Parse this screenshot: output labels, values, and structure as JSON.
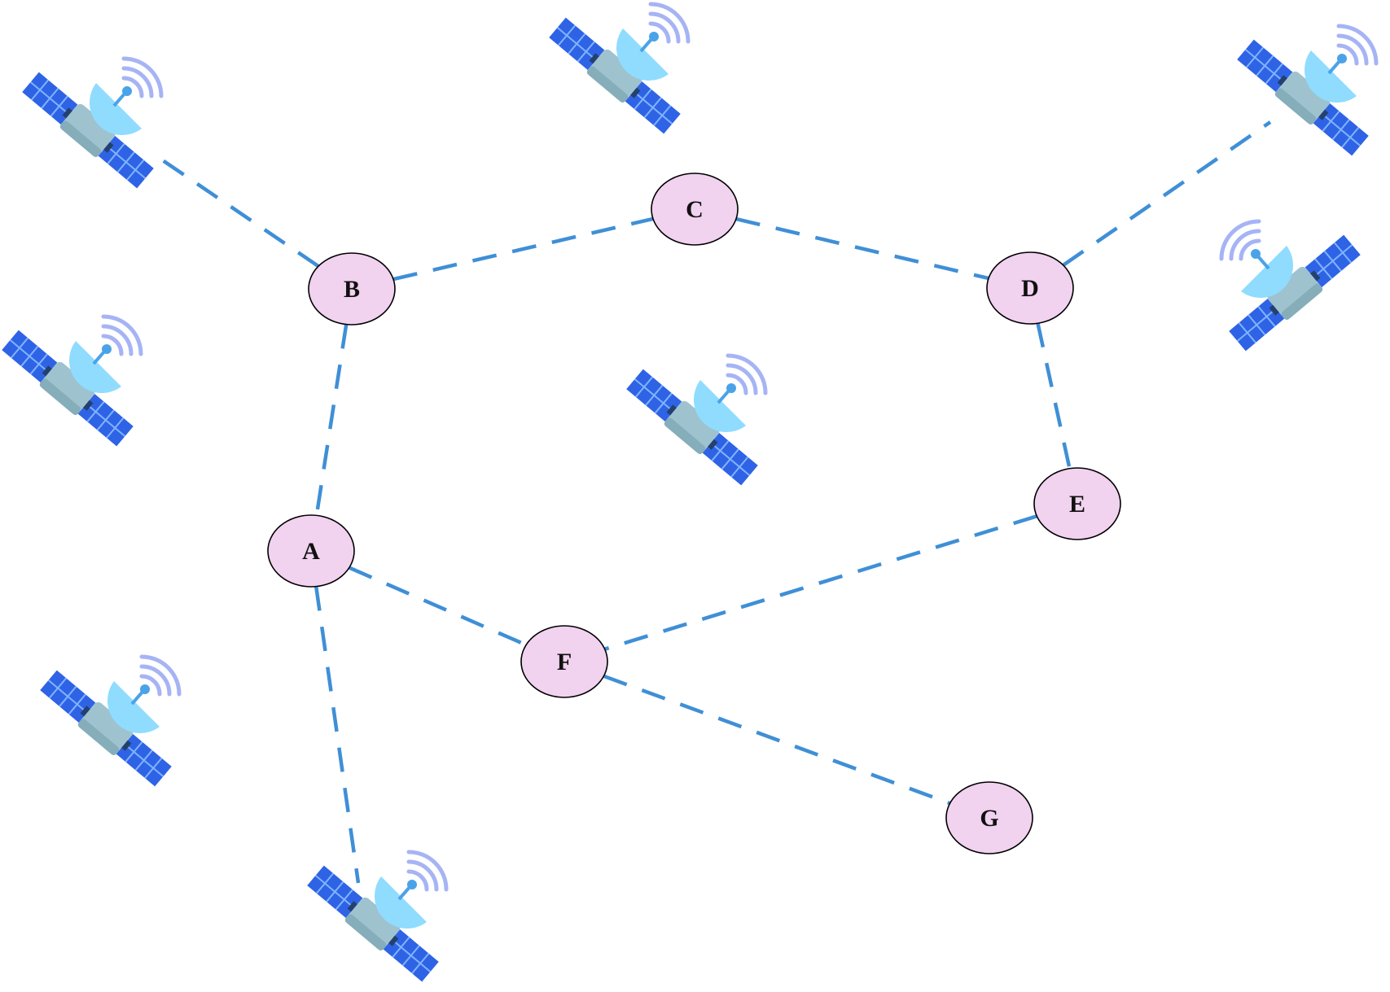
{
  "colors": {
    "background": "#ffffff",
    "edge": "#3f8fd6",
    "node_fill": "#f1d2ef",
    "node_stroke": "#000000",
    "panel_dark": "#2f63e6",
    "panel_light": "#7fb4ff",
    "body": "#9ec3cf",
    "dish": "#8fdcff",
    "signal": "#a6b4f5"
  },
  "nodes": [
    {
      "id": "A",
      "label": "A"
    },
    {
      "id": "B",
      "label": "B"
    },
    {
      "id": "C",
      "label": "C"
    },
    {
      "id": "D",
      "label": "D"
    },
    {
      "id": "E",
      "label": "E"
    },
    {
      "id": "F",
      "label": "F"
    },
    {
      "id": "G",
      "label": "G"
    }
  ],
  "edges": [
    {
      "from": "B",
      "to": "C"
    },
    {
      "from": "C",
      "to": "D"
    },
    {
      "from": "B",
      "to": "A"
    },
    {
      "from": "D",
      "to": "E"
    },
    {
      "from": "A",
      "to": "F"
    },
    {
      "from": "E",
      "to": "F"
    },
    {
      "from": "F",
      "to": "G"
    },
    {
      "from": "A",
      "to": "satellite-bottom"
    },
    {
      "from": "B",
      "to": "satellite-top-left"
    },
    {
      "from": "D",
      "to": "satellite-top-right"
    }
  ],
  "satellites": [
    {
      "id": "satellite-top-left",
      "icon": "satellite-icon"
    },
    {
      "id": "satellite-top-center",
      "icon": "satellite-icon"
    },
    {
      "id": "satellite-top-right",
      "icon": "satellite-icon"
    },
    {
      "id": "satellite-right",
      "icon": "satellite-icon"
    },
    {
      "id": "satellite-left",
      "icon": "satellite-icon"
    },
    {
      "id": "satellite-center",
      "icon": "satellite-icon"
    },
    {
      "id": "satellite-bottom-left",
      "icon": "satellite-icon"
    },
    {
      "id": "satellite-bottom",
      "icon": "satellite-icon"
    }
  ]
}
